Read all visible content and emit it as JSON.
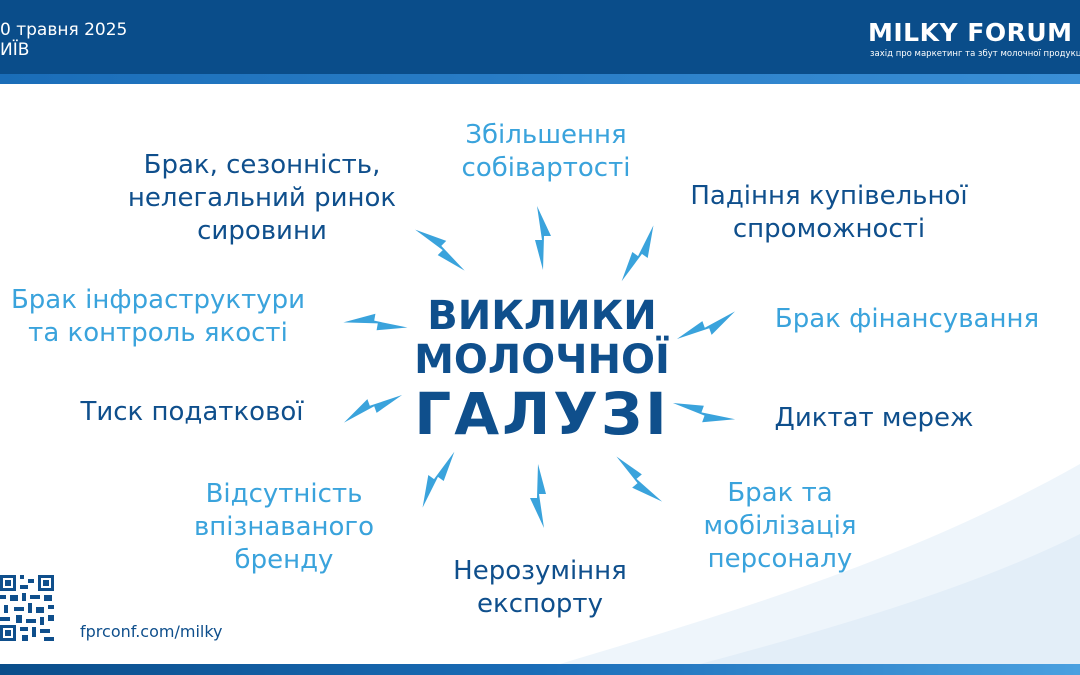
{
  "header": {
    "event_date": "0 травня 2025",
    "event_place": "ИЇВ",
    "logo_title": "MILKY FORUM",
    "logo_subtitle": "захід про маркетинг та збут молочної продукції"
  },
  "center": {
    "line1": "ВИКЛИКИ",
    "line2": "МОЛОЧНОЇ",
    "line3": "ГАЛУЗІ"
  },
  "challenges": {
    "cost_increase": [
      "Збільшення",
      "собівартості"
    ],
    "raw_materials": [
      "Брак, сезонність,",
      "нелегальний ринок",
      "сировини"
    ],
    "purchasing_power": [
      "Падіння купівельної",
      "спроможності"
    ],
    "infrastructure": [
      "Брак інфраструктури",
      "та контроль якості"
    ],
    "financing": [
      "Брак фінансування"
    ],
    "tax_pressure": [
      "Тиск податкової"
    ],
    "retail_dictate": [
      "Диктат мереж"
    ],
    "brand": [
      "Відсутність",
      "впізнаваного",
      "бренду"
    ],
    "personnel": [
      "Брак та",
      "мобілізація",
      "персоналу"
    ],
    "export": [
      "Нерозуміння",
      "експорту"
    ]
  },
  "footer": {
    "url": "fprconf.com/milky"
  },
  "colors": {
    "brand_dark": "#0f4f8c",
    "brand_light": "#3aa3dc",
    "header_bg": "#0a4d8a"
  }
}
